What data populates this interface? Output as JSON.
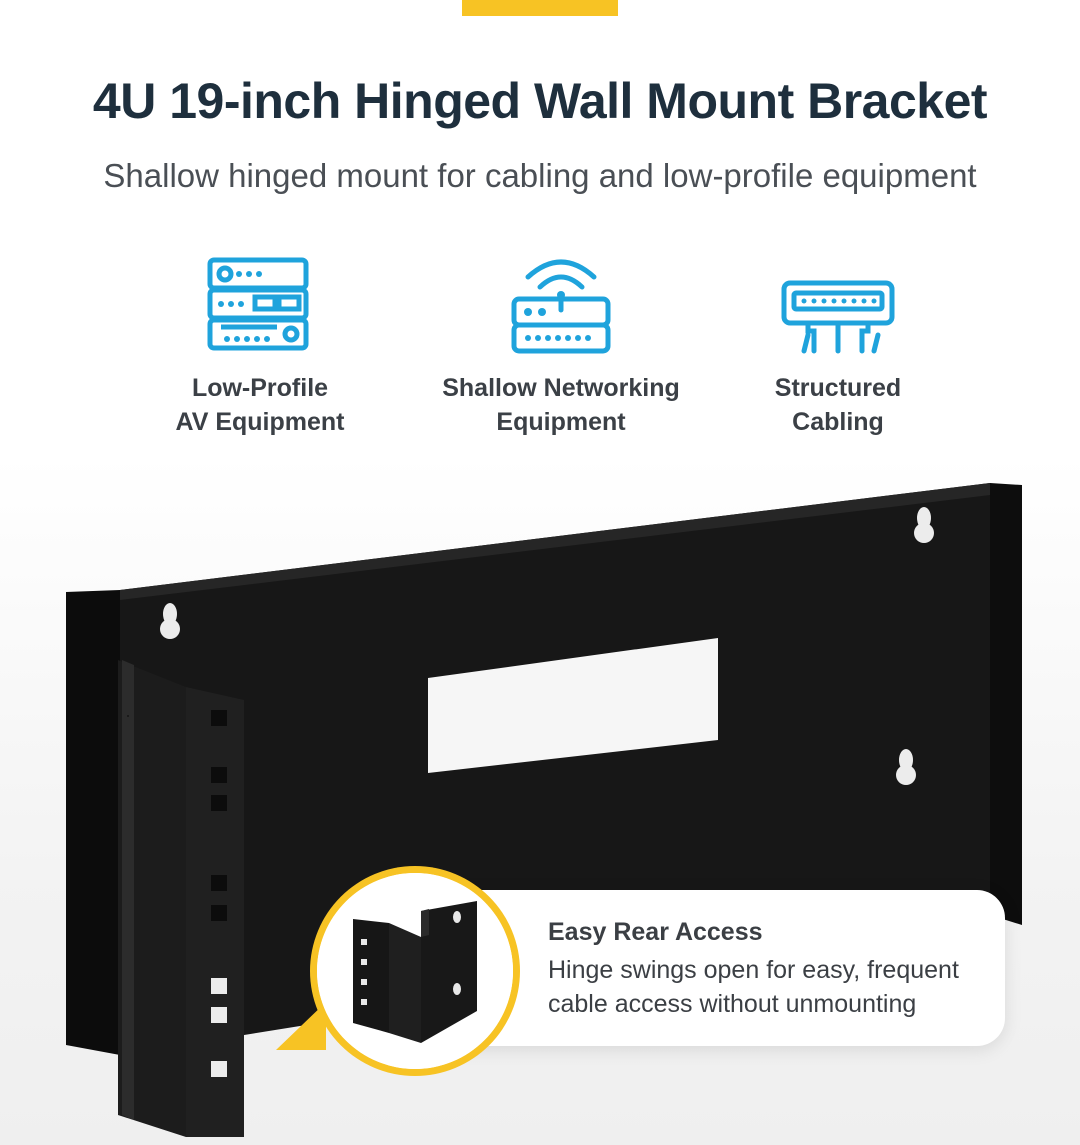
{
  "title": "4U 19-inch Hinged Wall Mount Bracket",
  "subtitle": "Shallow hinged mount for cabling and low-profile equipment",
  "colors": {
    "accent": "#f7c324",
    "icon": "#1fa3dc",
    "title": "#1e2f3d",
    "bracket": "#151515"
  },
  "features": [
    {
      "icon": "av-equipment-stack-icon",
      "line1": "Low-Profile",
      "line2": "AV Equipment"
    },
    {
      "icon": "wifi-router-icon",
      "line1": "Shallow Networking",
      "line2": "Equipment"
    },
    {
      "icon": "patch-panel-cabling-icon",
      "line1": "Structured",
      "line2": "Cabling"
    }
  ],
  "callout": {
    "title": "Easy Rear Access",
    "line1": "Hinge swings open for easy, frequent",
    "line2": "cable access without unmounting"
  }
}
